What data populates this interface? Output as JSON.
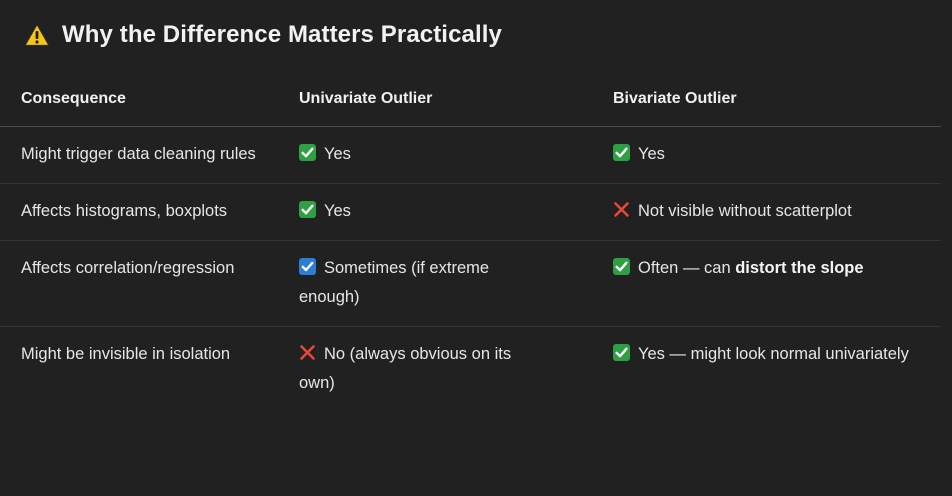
{
  "heading": {
    "icon": "warning-icon",
    "title": "Why the Difference Matters Practically"
  },
  "table": {
    "headers": [
      "Consequence",
      "Univariate Outlier",
      "Bivariate Outlier"
    ],
    "rows": [
      {
        "consequence": "Might trigger data cleaning rules",
        "univariate": {
          "icon": "check-mark-icon",
          "text": "Yes"
        },
        "bivariate": {
          "icon": "check-mark-icon",
          "text": "Yes",
          "bold": ""
        }
      },
      {
        "consequence": "Affects histograms, boxplots",
        "univariate": {
          "icon": "check-mark-icon",
          "text": "Yes"
        },
        "bivariate": {
          "icon": "cross-mark-icon",
          "text": "Not visible without scatterplot",
          "bold": ""
        }
      },
      {
        "consequence": "Affects correlation/regression",
        "univariate": {
          "icon": "ballot-check-icon",
          "text": "Sometimes (if extreme enough)"
        },
        "bivariate": {
          "icon": "check-mark-icon",
          "text": "Often — can ",
          "bold": "distort the slope"
        }
      },
      {
        "consequence": "Might be invisible in isolation",
        "univariate": {
          "icon": "cross-mark-icon",
          "text": "No (always obvious on its own)"
        },
        "bivariate": {
          "icon": "check-mark-icon",
          "text": "Yes — might look normal univariately",
          "bold": ""
        }
      }
    ]
  },
  "colors": {
    "background": "#212121",
    "check": "#2ea043",
    "ballot": "#2a7fd4",
    "cross": "#e5483b",
    "warning": "#f5c518"
  }
}
